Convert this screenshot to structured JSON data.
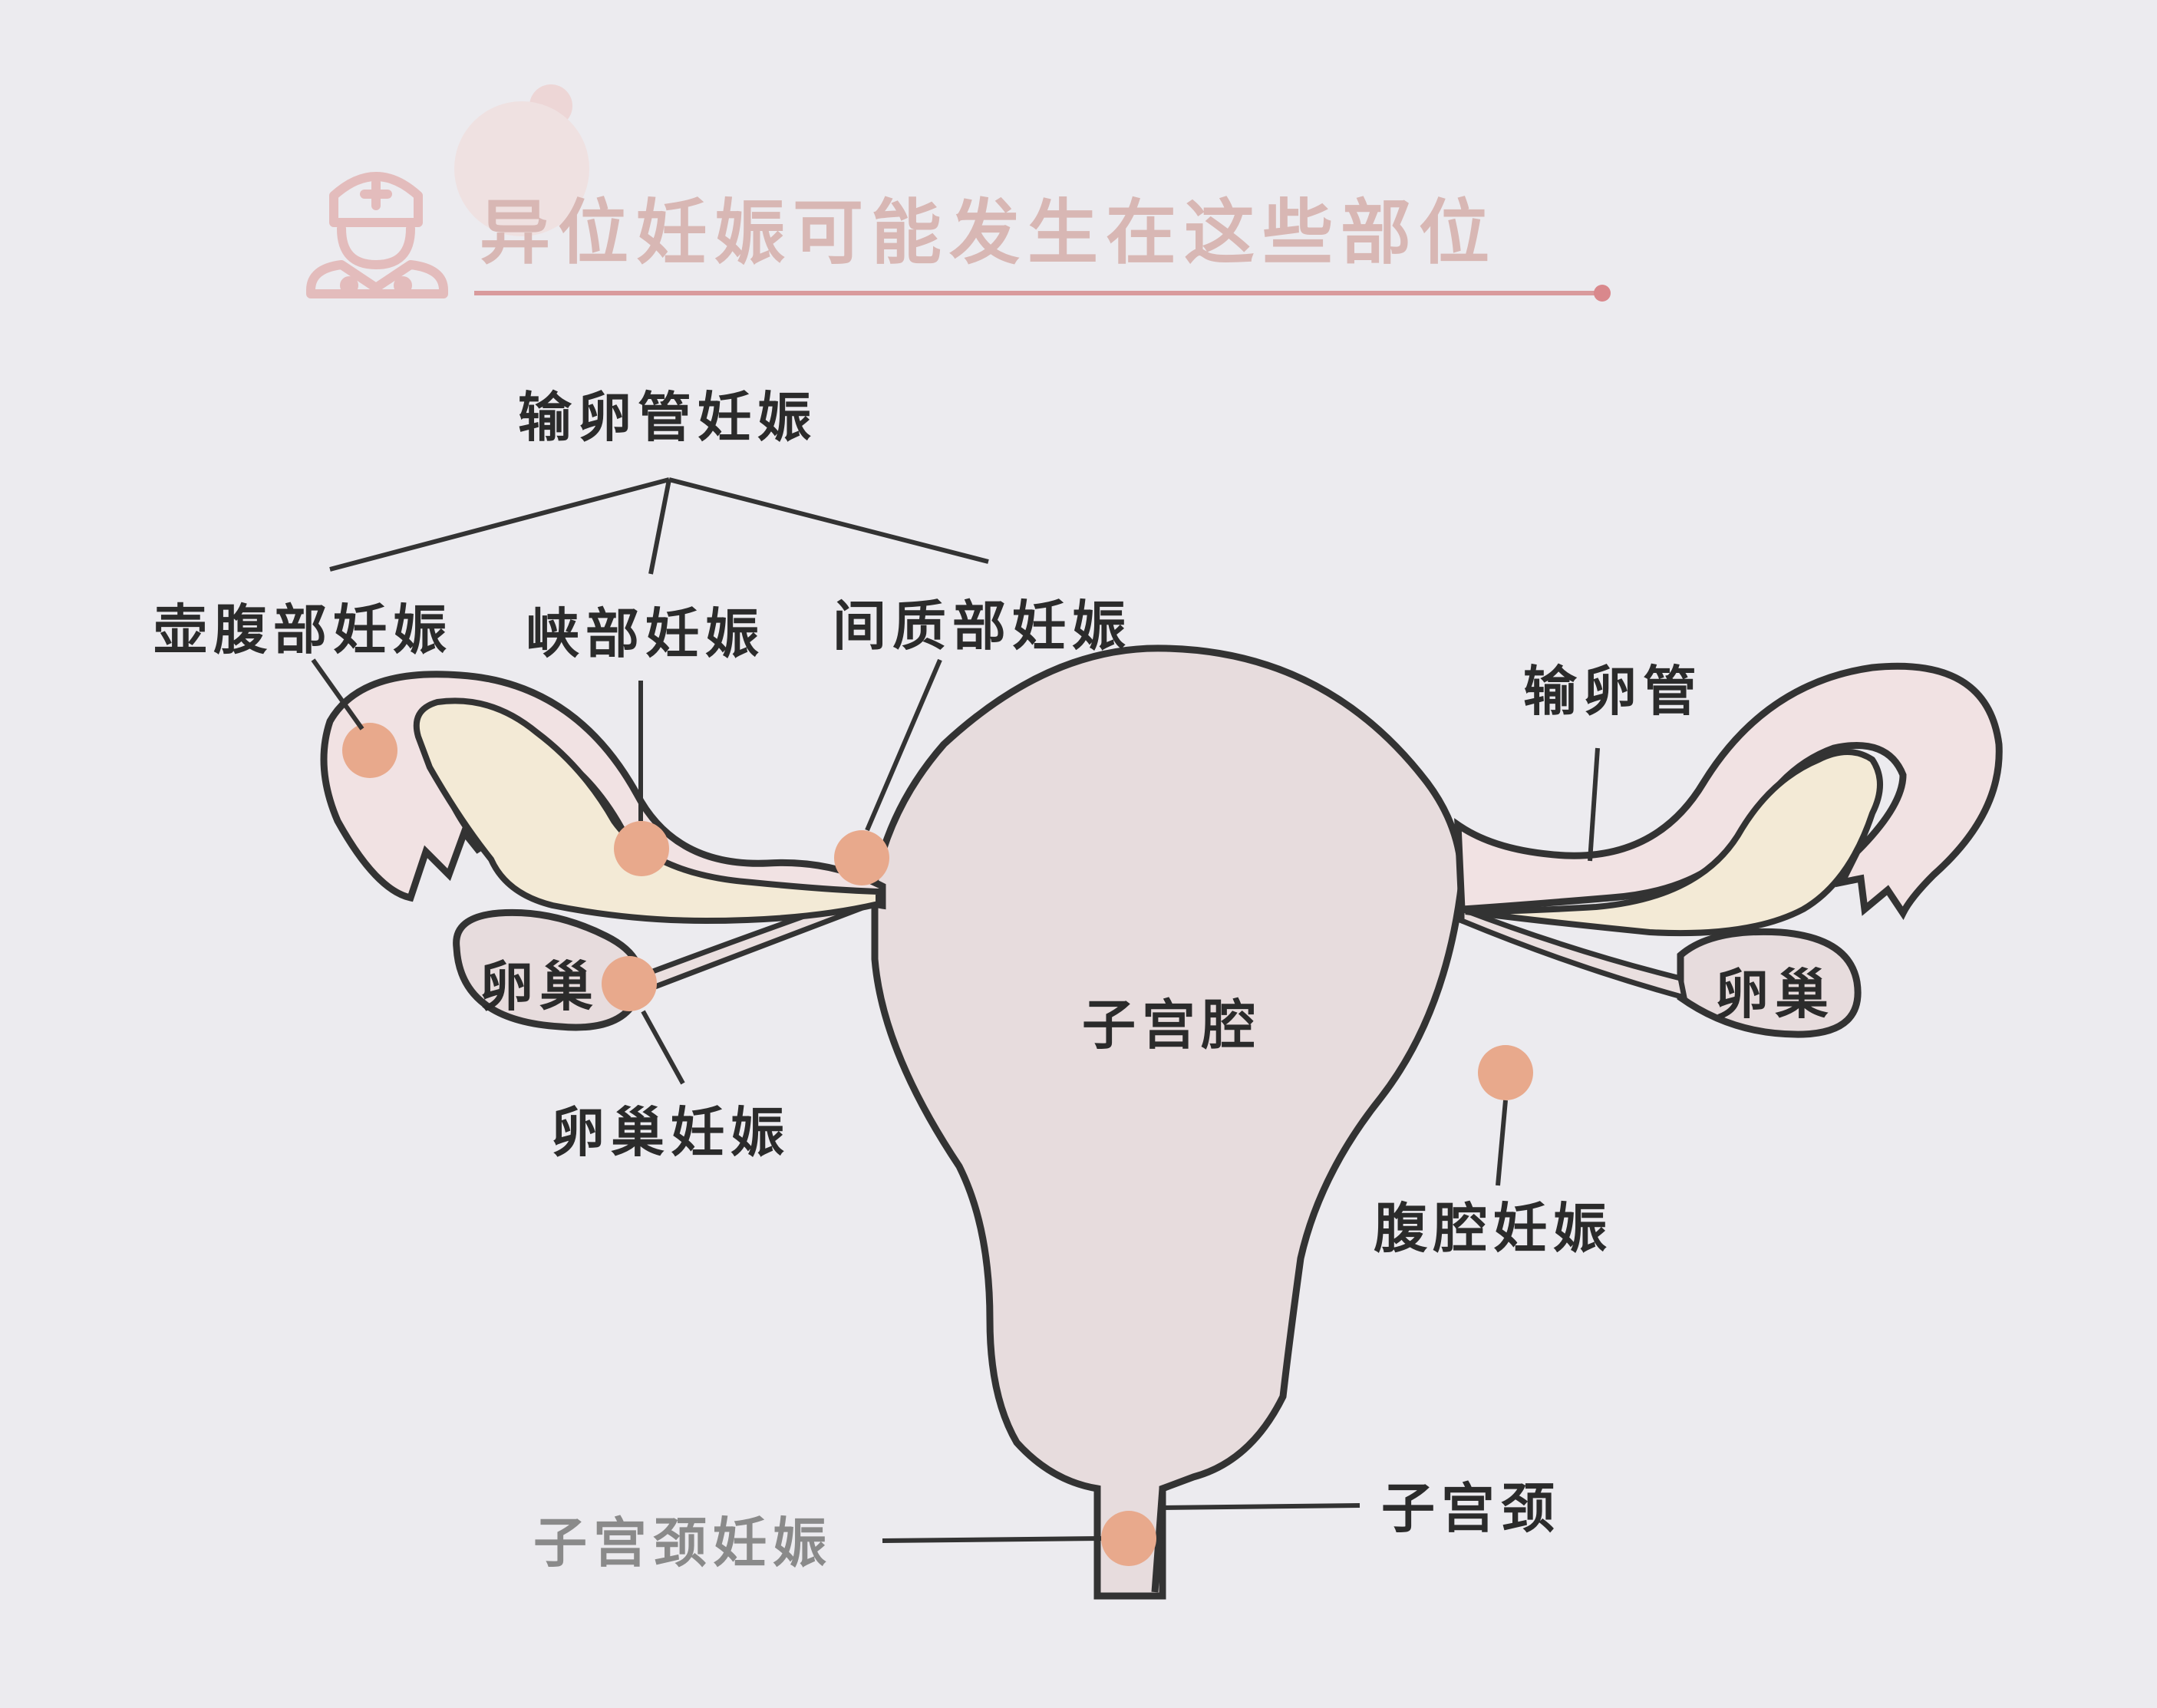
{
  "header": {
    "title": "异位妊娠可能发生在这些部位",
    "icon": "doctor-icon",
    "accent_color": "#e8bcbc"
  },
  "labels": {
    "tubal_group": "输卵管妊娠",
    "ampullary": "壶腹部妊娠",
    "isthmic": "峡部妊娠",
    "interstitial": "间质部妊娠",
    "tube": "输卵管",
    "ovary_left": "卵巢",
    "ovary_right": "卵巢",
    "ovarian": "卵巢妊娠",
    "uterine_cavity": "子宫腔",
    "abdominal": "腹腔妊娠",
    "cervix": "子宫颈",
    "cervical": "子宫颈妊娠"
  },
  "colors": {
    "uterus_fill": "#e7dcdd",
    "tube_fill": "#f1e2e3",
    "ovary_fill": "#f3ead6",
    "outline": "#333333",
    "site_marker": "#e8a98c"
  }
}
